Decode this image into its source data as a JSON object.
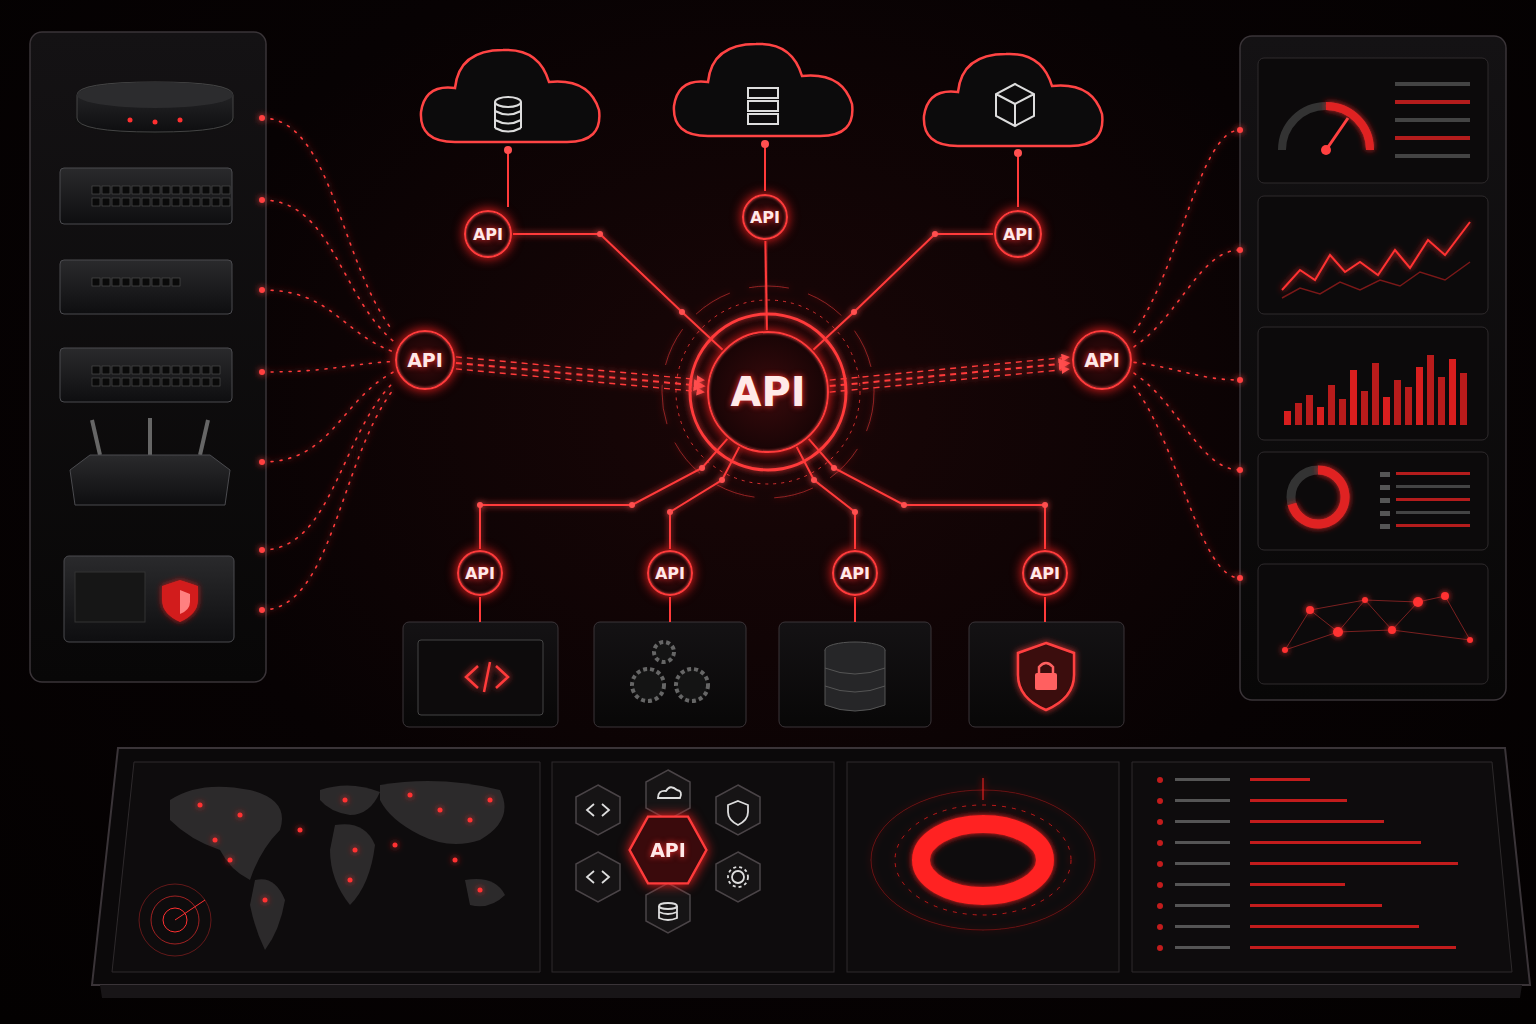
{
  "diagram": {
    "nodes": [
      {
        "text": [
          "API"
        ]
      },
      {
        "text": [
          "API"
        ]
      },
      {
        "text": [
          "API"
        ]
      },
      {
        "text": [
          "API"
        ]
      },
      {
        "text": [
          "API"
        ]
      },
      {
        "text": [
          "API"
        ]
      },
      {
        "text": [
          "API"
        ]
      },
      {
        "text": [
          "API"
        ]
      },
      {
        "text": [
          "API"
        ]
      },
      {
        "text": [
          "API"
        ]
      },
      {
        "text": [
          "API"
        ]
      }
    ],
    "edges": [
      {
        "from": 0,
        "to": 4,
        "arrow": "none"
      },
      {
        "from": 1,
        "to": 4,
        "arrow": "none"
      },
      {
        "from": 2,
        "to": 4,
        "arrow": "none"
      },
      {
        "from": 3,
        "to": 4,
        "arrow": "to"
      },
      {
        "from": 4,
        "to": 5,
        "arrow": "to"
      },
      {
        "from": 4,
        "to": 6,
        "arrow": "none"
      },
      {
        "from": 4,
        "to": 7,
        "arrow": "none"
      },
      {
        "from": 4,
        "to": 8,
        "arrow": "none"
      },
      {
        "from": 4,
        "to": 9,
        "arrow": "none"
      }
    ]
  }
}
